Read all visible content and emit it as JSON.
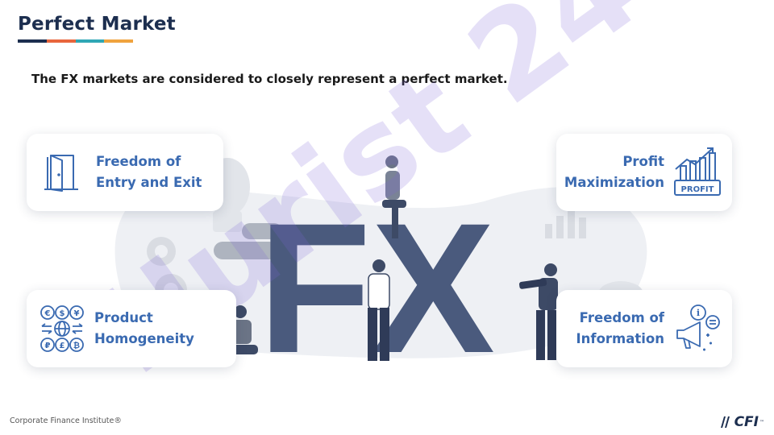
{
  "title": "Perfect Market",
  "subtitle": "The FX markets are considered to closely represent a perfect market.",
  "title_bar_colors": [
    "#1c2e4f",
    "#e8663d",
    "#2fa7b5",
    "#f0a33e"
  ],
  "center_label": "FX",
  "watermark": "Hurist 24",
  "cards": {
    "entry_exit": {
      "line1": "Freedom of",
      "line2": "Entry and Exit",
      "icon": "door-icon"
    },
    "profit": {
      "line1": "Profit",
      "line2": "Maximization",
      "icon": "profit-chart-icon",
      "badge": "PROFIT"
    },
    "homogeneity": {
      "line1": "Product",
      "line2": "Homogeneity",
      "icon": "currency-globe-icon"
    },
    "information": {
      "line1": "Freedom of",
      "line2": "Information",
      "icon": "megaphone-info-icon"
    }
  },
  "footer": "Corporate Finance Institute®",
  "logo": {
    "text": "CFI",
    "tm": "™"
  },
  "colors": {
    "accent": "#3a6ab1",
    "navy": "#1c2e4f",
    "fx": "#4a5a7d"
  }
}
